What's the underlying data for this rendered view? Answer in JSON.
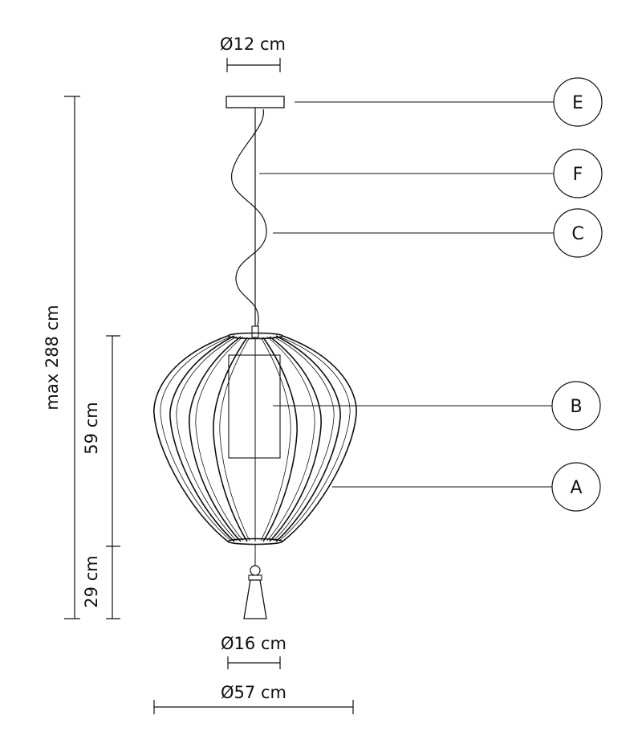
{
  "dimensions": {
    "canopy_diameter": "Ø12 cm",
    "total_height": "max 288 cm",
    "shade_height": "59 cm",
    "tassel_height": "29 cm",
    "tassel_diameter": "Ø16 cm",
    "shade_diameter": "Ø57 cm"
  },
  "callouts": {
    "E": "E",
    "F": "F",
    "C": "C",
    "B": "B",
    "A": "A"
  }
}
